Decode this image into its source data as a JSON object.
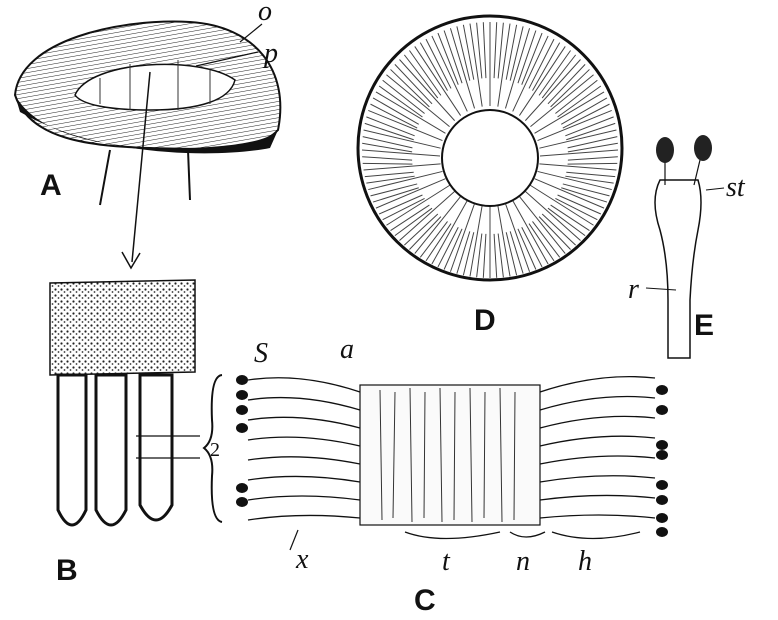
{
  "figure": {
    "panel_labels": [
      "A",
      "B",
      "C",
      "D",
      "E"
    ],
    "callouts": {
      "a_o": "o",
      "a_p": "p",
      "b_2": "2",
      "c_s": "S",
      "c_a": "a",
      "c_x": "x",
      "c_t": "t",
      "c_n": "n",
      "c_h": "h",
      "e_st": "st",
      "e_r": "r"
    }
  }
}
